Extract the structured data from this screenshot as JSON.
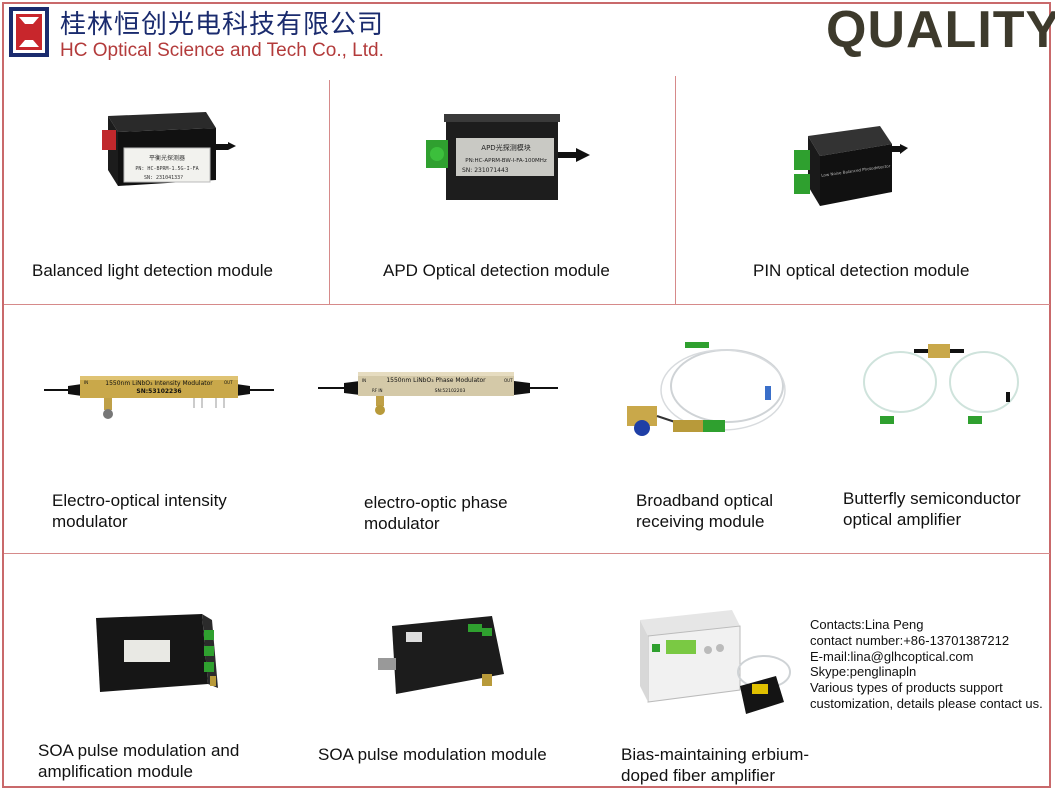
{
  "header": {
    "company_cn": "桂林恒创光电科技有限公司",
    "company_en": "HC Optical Science and Tech Co., Ltd.",
    "quality": "QUALITY"
  },
  "products": {
    "row1": [
      {
        "label": "Balanced light detection module",
        "device_text_1": "平衡光探测器",
        "device_text_2": "PN: HC-BPRM-1.5G-I-FA",
        "device_text_3": "SN: 23104133?"
      },
      {
        "label": "APD Optical detection module",
        "device_text_1": "APD光探测模块",
        "device_text_2": "PN:HC-APRM-BW-I-FA-100MHz",
        "device_text_3": "SN: 231071443"
      },
      {
        "label": "PIN optical detection module",
        "device_text_1": "Low Noise Balanced Photodetector"
      }
    ],
    "row2": [
      {
        "label": "Electro-optical intensity modulator",
        "device_text_1": "1550nm LiNbO₃ Intensity Modulator",
        "device_text_2": "SN:53102236",
        "device_text_3": "IN",
        "device_text_4": "OUT"
      },
      {
        "label": "electro-optic phase modulator",
        "device_text_1": "1550nm LiNbO₃ Phase Modulator",
        "device_text_2": "SN:52102203",
        "device_text_3": "IN",
        "device_text_4": "OUT",
        "device_text_5": "RF IN"
      },
      {
        "label": "Broadband optical receiving module"
      },
      {
        "label": "Butterfly semiconductor optical amplifier"
      }
    ],
    "row3": [
      {
        "label": "SOA pulse modulation and amplification module"
      },
      {
        "label": "SOA pulse modulation module"
      },
      {
        "label": "Bias-maintaining erbium-doped fiber amplifier"
      }
    ]
  },
  "contacts": [
    "Contacts:Lina Peng",
    "contact number:+86-13701387212",
    "E-mail:lina@glhcoptical.com",
    "Skype:penglinapln",
    "Various types of products support customization, details please contact us."
  ],
  "colors": {
    "border": "#c9696b",
    "brand_blue": "#1a2b6e",
    "brand_red": "#b33b3b",
    "quality_text": "#3d3a2c"
  }
}
